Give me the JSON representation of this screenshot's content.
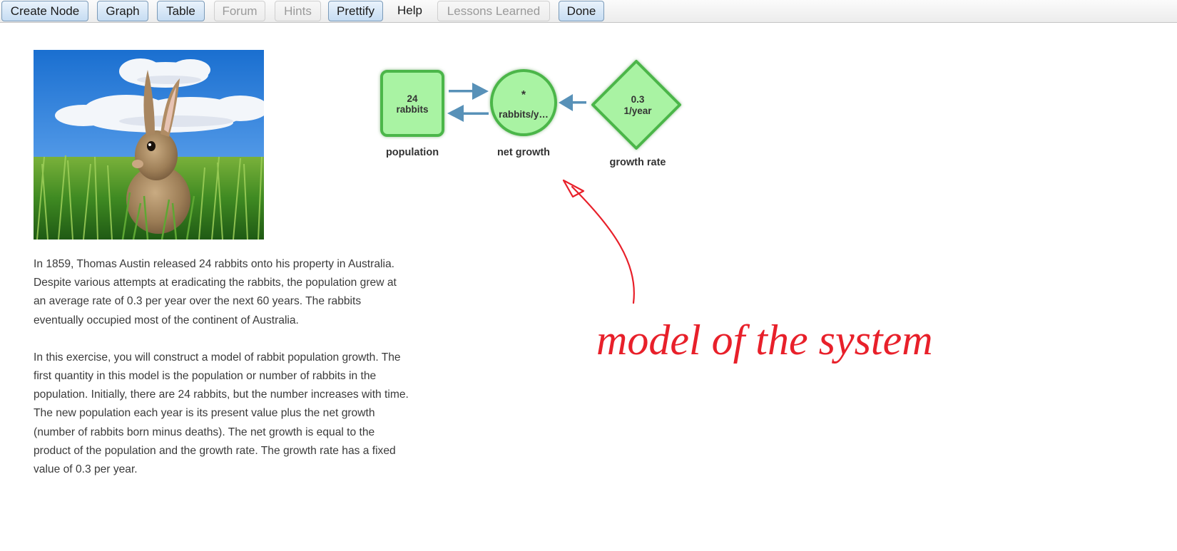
{
  "toolbar": {
    "buttons": [
      {
        "label": "Create Node",
        "enabled": true
      },
      {
        "label": "Graph",
        "enabled": true
      },
      {
        "label": "Table",
        "enabled": true
      },
      {
        "label": "Forum",
        "enabled": false
      },
      {
        "label": "Hints",
        "enabled": false
      },
      {
        "label": "Prettify",
        "enabled": true
      },
      {
        "label": "Help",
        "enabled": true
      },
      {
        "label": "Lessons Learned",
        "enabled": false
      },
      {
        "label": "Done",
        "enabled": true
      }
    ]
  },
  "problem": {
    "paragraphs": [
      "In 1859, Thomas Austin released 24 rabbits onto his property in Australia. Despite various attempts at eradicating the rabbits, the population grew at an average rate of 0.3 per year over the next 60 years. The rabbits eventually occupied most of the continent of Australia.",
      "In this exercise, you will construct a model of rabbit population growth. The first quantity in this model is the population or number of rabbits in the population. Initially, there are 24 rabbits, but the number increases with time. The new population each year is its present value plus the net growth (number of rabbits born minus deaths). The net growth is equal to the product of the population and the growth rate. The growth rate has a fixed value of 0.3 per year."
    ]
  },
  "model": {
    "nodes": [
      {
        "id": "population",
        "shape": "accumulator",
        "value": "24",
        "unit": "rabbits",
        "label": "population"
      },
      {
        "id": "net-growth",
        "shape": "function",
        "value": "*",
        "unit": "rabbits/y…",
        "label": "net growth"
      },
      {
        "id": "growth-rate",
        "shape": "parameter",
        "value": "0.3",
        "unit": "1/year",
        "label": "growth rate"
      }
    ]
  },
  "annotation": {
    "text": "model of the system"
  },
  "colors": {
    "node_fill": "#a9f3a3",
    "node_border": "#4cb64a",
    "arrow": "#5891b8",
    "annotation": "#e8202a",
    "button_fill": "#cfe2f5"
  }
}
